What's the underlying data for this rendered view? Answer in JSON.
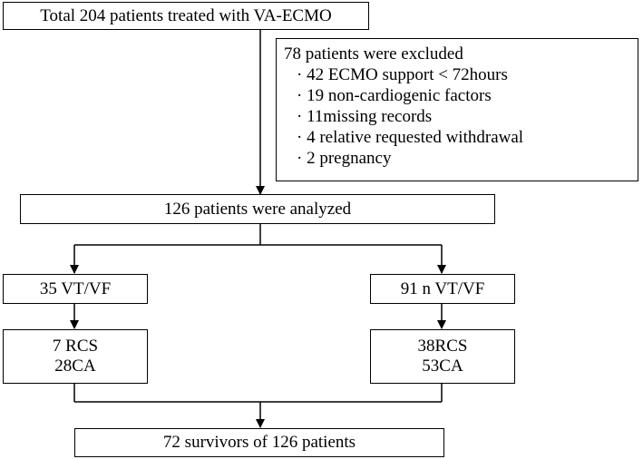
{
  "flowchart": {
    "total": "Total 204 patients  treated with VA-ECMO",
    "exclusion": {
      "title": "78 patients were excluded",
      "items": [
        "· 42 ECMO support < 72hours",
        "· 19 non-cardiogenic factors",
        "· 11missing records",
        "· 4 relative requested withdrawal",
        "· 2 pregnancy"
      ]
    },
    "analyzed": "126 patients were analyzed",
    "left_group": {
      "label": "35 VT/VF",
      "outcome_line1": "7 RCS",
      "outcome_line2": "28CA"
    },
    "right_group": {
      "label": "91 n VT/VF",
      "outcome_line1": "38RCS",
      "outcome_line2": "53CA"
    },
    "survivors": "72 survivors  of 126 patients"
  }
}
